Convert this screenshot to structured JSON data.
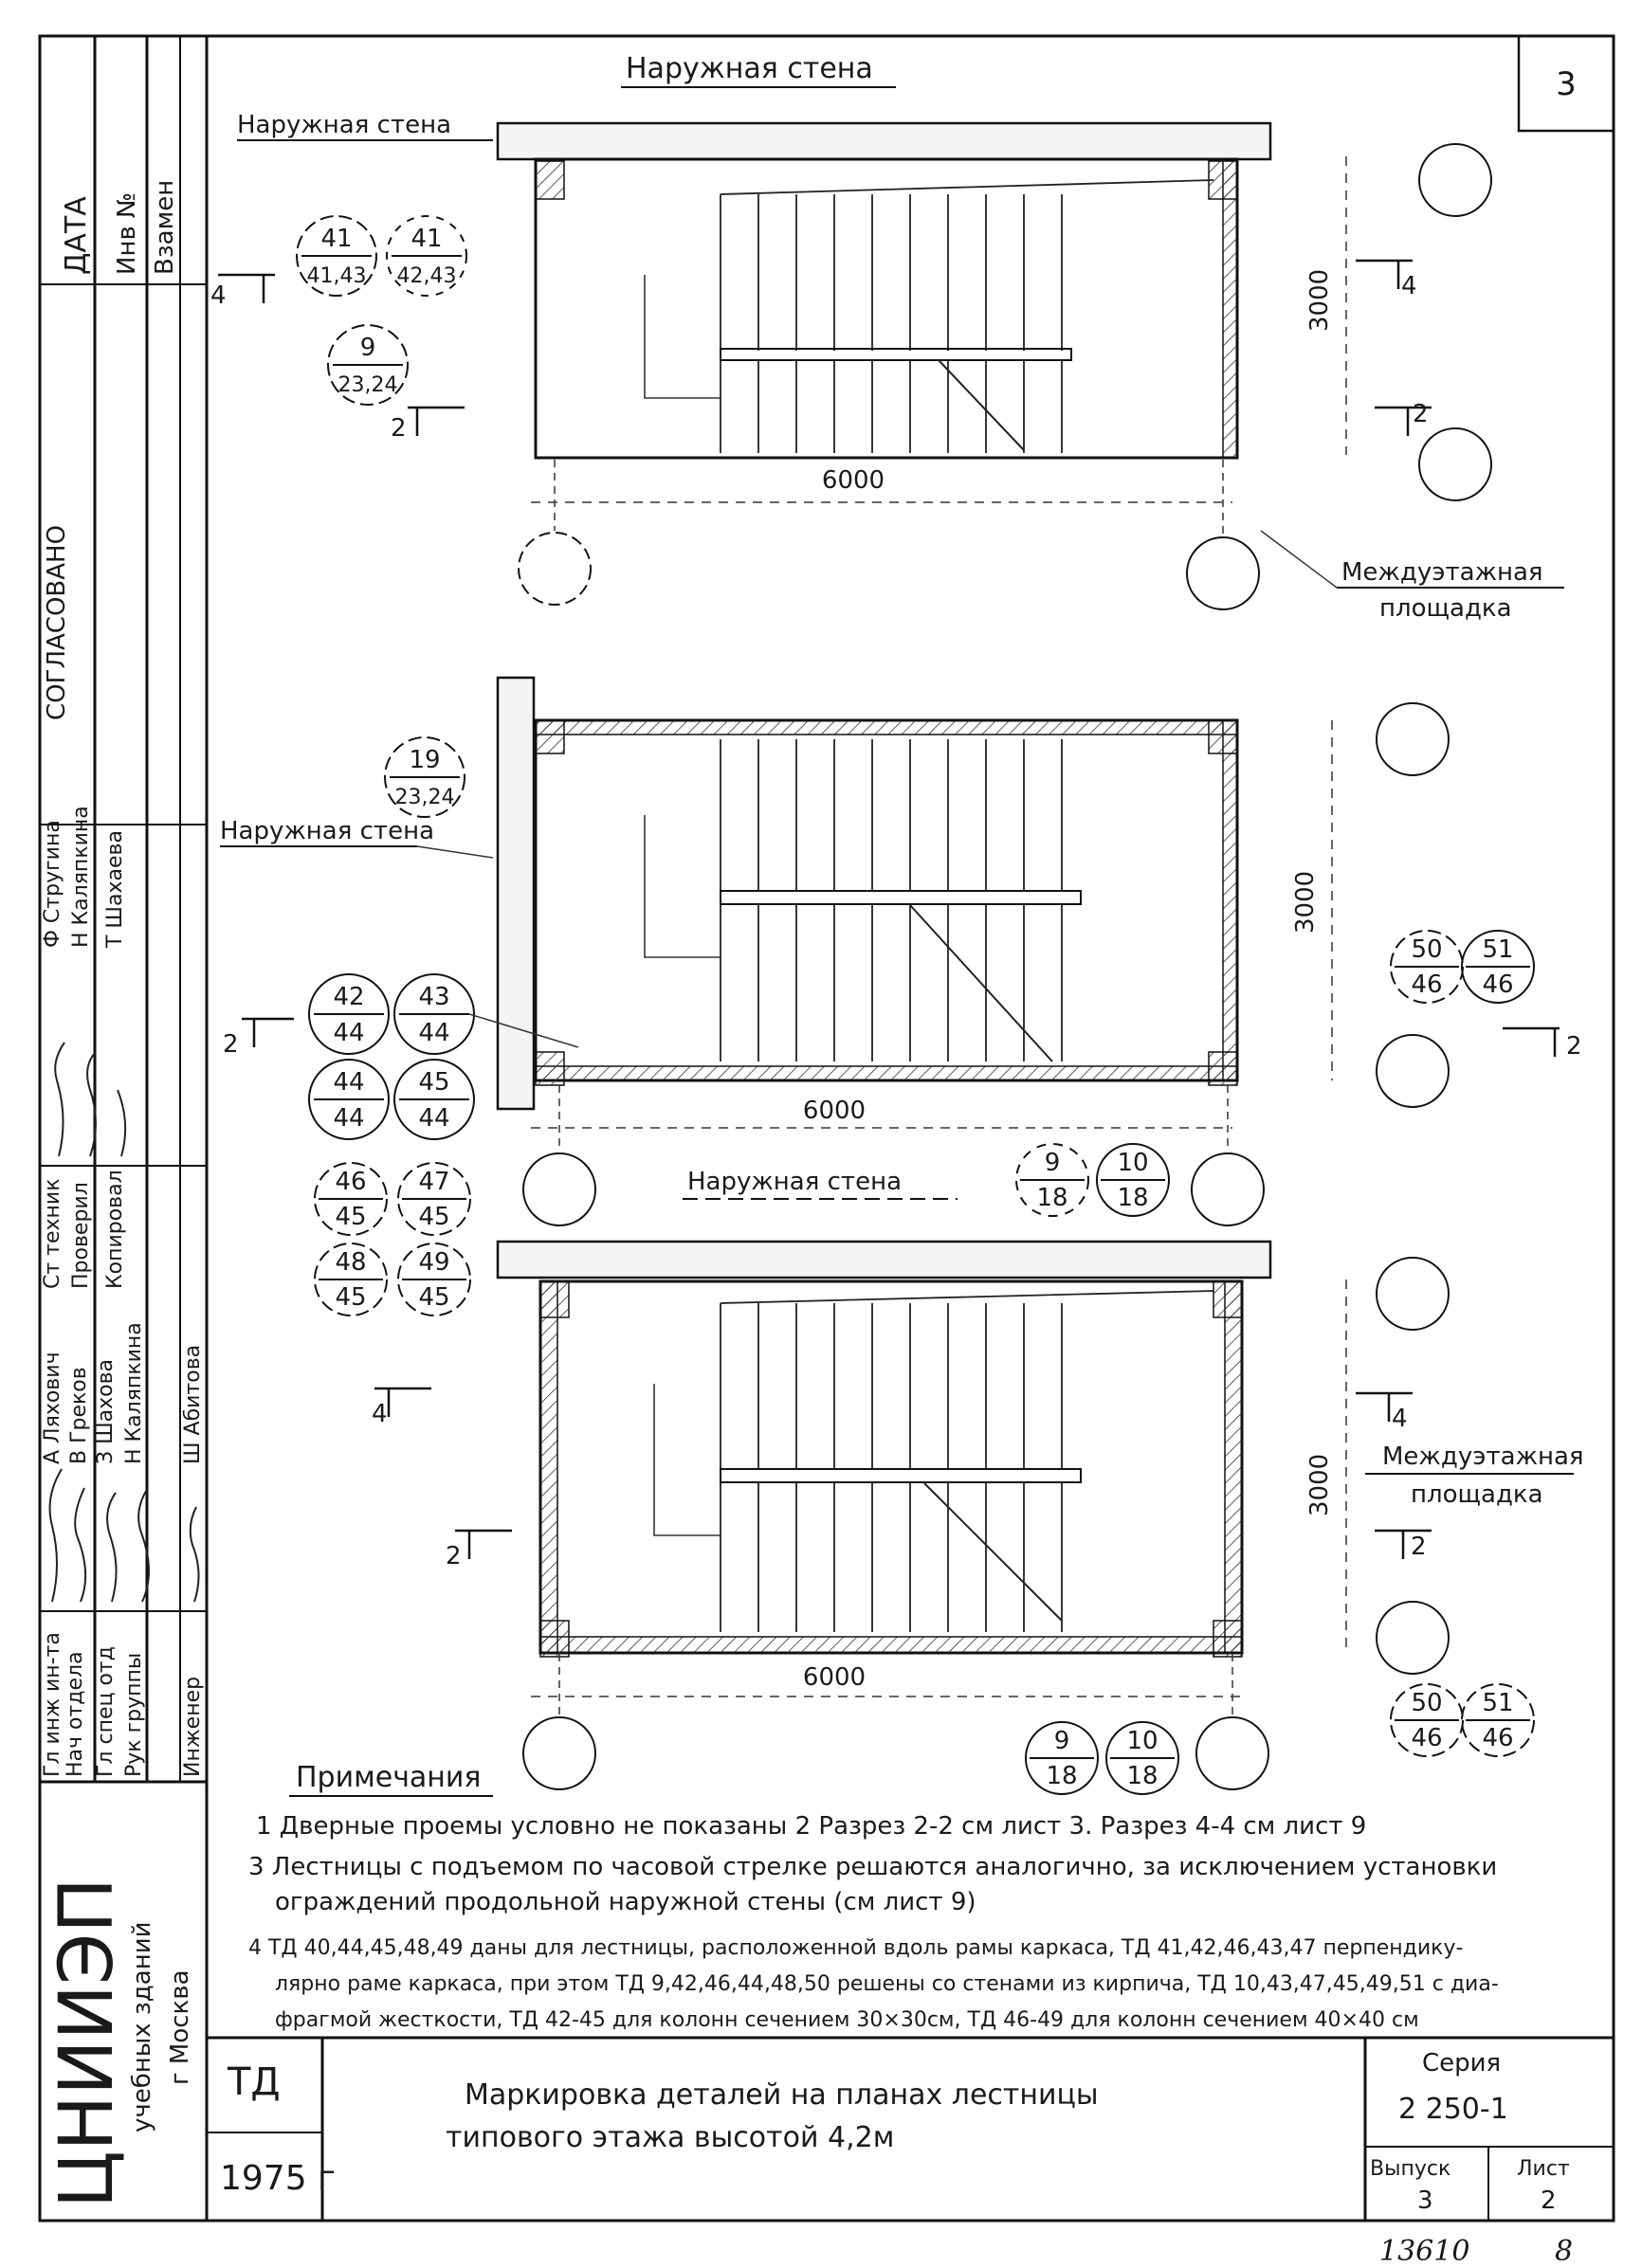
{
  "sheet_number": "3",
  "side_block": {
    "date": "ДАТА",
    "inv_no": "Инв №",
    "replaces": "Взамен",
    "agreed": "СОГЛАСОВАНО",
    "roles": [
      "Гл инж ин-та",
      "Нач отдела",
      "Гл спец отд",
      "Рук группы",
      "Инженер",
      "Ст техник",
      "Проверил",
      "Копировал"
    ],
    "names": [
      "А Ляхович",
      "В Греков",
      "З Шахова",
      "Н Каляпкина",
      "Ш Абитова",
      "Ф Стругина",
      "Н Каляпкина",
      "Т Шахаева"
    ],
    "org_main": "ЦНИИЭП",
    "org_sub": "учебных зданий",
    "org_city": "г Москва"
  },
  "plans": {
    "outer_wall": "Наружная стена",
    "mid_landing": "Междуэтажная",
    "mid_landing_2": "площадка",
    "dim_length": "6000",
    "dim_width": "3000",
    "sections": [
      "4",
      "2"
    ],
    "plan1_labels": [
      {
        "top": "41",
        "bottom": "41,43"
      },
      {
        "top": "41",
        "bottom": "42,43"
      },
      {
        "top": "9",
        "bottom": "23,24"
      }
    ],
    "plan2_labels": [
      {
        "top": "19",
        "bottom": "23,24"
      },
      {
        "top": "42",
        "bottom": "44"
      },
      {
        "top": "43",
        "bottom": "44"
      },
      {
        "top": "44",
        "bottom": "44"
      },
      {
        "top": "45",
        "bottom": "44"
      },
      {
        "top": "46",
        "bottom": "45"
      },
      {
        "top": "47",
        "bottom": "45"
      },
      {
        "top": "48",
        "bottom": "45"
      },
      {
        "top": "49",
        "bottom": "45"
      },
      {
        "top": "50",
        "bottom": "46"
      },
      {
        "top": "51",
        "bottom": "46"
      },
      {
        "top": "9",
        "bottom": "18"
      },
      {
        "top": "10",
        "bottom": "18"
      }
    ],
    "plan3_labels": [
      {
        "top": "50",
        "bottom": "46"
      },
      {
        "top": "51",
        "bottom": "46"
      },
      {
        "top": "9",
        "bottom": "18"
      },
      {
        "top": "10",
        "bottom": "18"
      }
    ]
  },
  "notes": {
    "heading": "Примечания",
    "line1": "1 Дверные проемы условно не показаны 2 Разрез 2-2 см лист 3. Разрез 4-4 см лист 9",
    "line2": "3 Лестницы с подъемом по часовой стрелке решаются аналогично, за исключением установки",
    "line3": "ограждений продольной наружной стены (см лист 9)",
    "line4": "4 ТД 40,44,45,48,49 даны для лестницы, расположенной вдоль рамы каркаса, ТД 41,42,46,43,47 перпендику-",
    "line5": "лярно раме каркаса, при этом ТД 9,42,46,44,48,50 решены со стенами из кирпича, ТД 10,43,47,45,49,51 с диа-",
    "line6": "фрагмой жесткости, ТД 42-45 для колонн сечением 30×30см, ТД 46-49 для колонн сечением 40×40 см"
  },
  "title_block": {
    "code": "ТД",
    "year": "1975 г",
    "title_line1": "Маркировка деталей на планах лестницы",
    "title_line2": "типового этажа высотой 4,2м",
    "series_label": "Серия",
    "series_value": "2 250-1",
    "issue_label": "Выпуск",
    "issue_value": "3",
    "sheet_label": "Лист",
    "sheet_value": "2"
  },
  "footer": {
    "inventory": "13610",
    "page": "8"
  }
}
